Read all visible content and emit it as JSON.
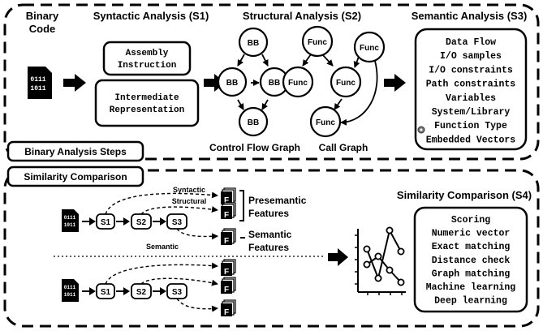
{
  "top_section": {
    "binary_code": [
      "Binary",
      "Code"
    ],
    "file_icon_text": [
      "0111",
      "1011"
    ],
    "s1": {
      "title": "Syntactic Analysis (S1)",
      "box1": [
        "Assembly",
        "Instruction"
      ],
      "box2": [
        "Intermediate",
        "Representation"
      ]
    },
    "s2": {
      "title": "Structural Analysis (S2)",
      "cfg_node": "BB",
      "cg_node": "Func",
      "cfg_label": "Control Flow Graph",
      "cg_label": "Call Graph"
    },
    "s3": {
      "title": "Semantic Analysis (S3)",
      "items": [
        "Data Flow",
        "I/O samples",
        "I/O constraints",
        "Path constraints",
        "Variables",
        "System/Library",
        "Function Type",
        "Embedded Vectors"
      ]
    },
    "section_label": "Binary Analysis Steps"
  },
  "bottom_section": {
    "section_label": "Similarity Comparison",
    "step_labels": [
      "S1",
      "S2",
      "S3"
    ],
    "edge_labels": [
      "Syntactic",
      "Structural",
      "Semantic"
    ],
    "feature_icon": "F",
    "presemantic": [
      "Presemantic",
      "Features"
    ],
    "semantic_features": [
      "Semantic",
      "Features"
    ],
    "s4": {
      "title": "Similarity Comparison (S4)",
      "items": [
        "Scoring",
        "Numeric vector",
        "Exact matching",
        "Distance check",
        "Graph matching",
        "Machine learning",
        "Deep learning"
      ]
    }
  }
}
